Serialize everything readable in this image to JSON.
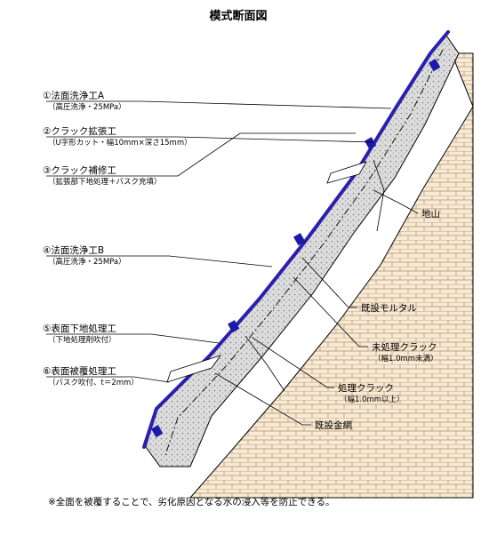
{
  "title": "模式断面図",
  "labels_left": [
    {
      "main": "①法面洗浄工A",
      "sub": "（高圧洗浄・25MPa）"
    },
    {
      "main": "②クラック拡張工",
      "sub": "（U字形カット・幅10mm×深さ15mm）"
    },
    {
      "main": "③クラック補修工",
      "sub": "（拡張部下地処理＋バスク充填）"
    },
    {
      "main": "④法面洗浄工B",
      "sub": "（高圧洗浄・25MPa）"
    },
    {
      "main": "⑤表面下地処理工",
      "sub": "（下地処理剤吹付）"
    },
    {
      "main": "⑥表面被覆処理工",
      "sub": "（バスク吹付、t＝2mm）"
    }
  ],
  "labels_right": {
    "ground": "地山",
    "existing_mortar": "既設モルタル",
    "untreated_crack": "未処理クラック",
    "untreated_crack_sub": "（幅1.0mm未満）",
    "treated_crack": "処理クラック",
    "treated_crack_sub": "（幅1.0mm以上）",
    "existing_mesh": "既設金網"
  },
  "footnote": "※全面を被覆することで、劣化原因となる水の浸入等を防止できる。",
  "colors": {
    "coating": "#2b1fb0",
    "mortar_fill": "#d9d9d9",
    "ground_fill": "#f6ead6",
    "brick_line": "#b89060",
    "marker": "#1c1aa8",
    "line": "#000000"
  }
}
